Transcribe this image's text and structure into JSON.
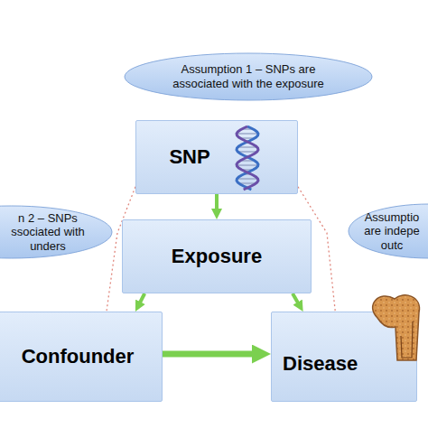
{
  "diagram": {
    "nodes": [
      {
        "text": [
          "Assumption 1 – SNPs are associated with the exposure"
        ]
      },
      {
        "text": [
          "SNP"
        ]
      },
      {
        "text": [
          "n 2 – SNPs ssociated with unders"
        ]
      },
      {
        "text": [
          "Assumptio are indepe outc"
        ]
      },
      {
        "text": [
          "Exposure"
        ]
      },
      {
        "text": [
          "Confounder"
        ]
      },
      {
        "text": [
          "Disease"
        ]
      }
    ],
    "edges": [
      {
        "from": 1,
        "to": 4,
        "arrow": "to"
      },
      {
        "from": 4,
        "to": 5,
        "arrow": "to"
      },
      {
        "from": 4,
        "to": 6,
        "arrow": "to"
      },
      {
        "from": 5,
        "to": 6,
        "arrow": "to"
      },
      {
        "from": 1,
        "to": 5,
        "arrow": "none"
      },
      {
        "from": 1,
        "to": 6,
        "arrow": "none"
      }
    ]
  }
}
